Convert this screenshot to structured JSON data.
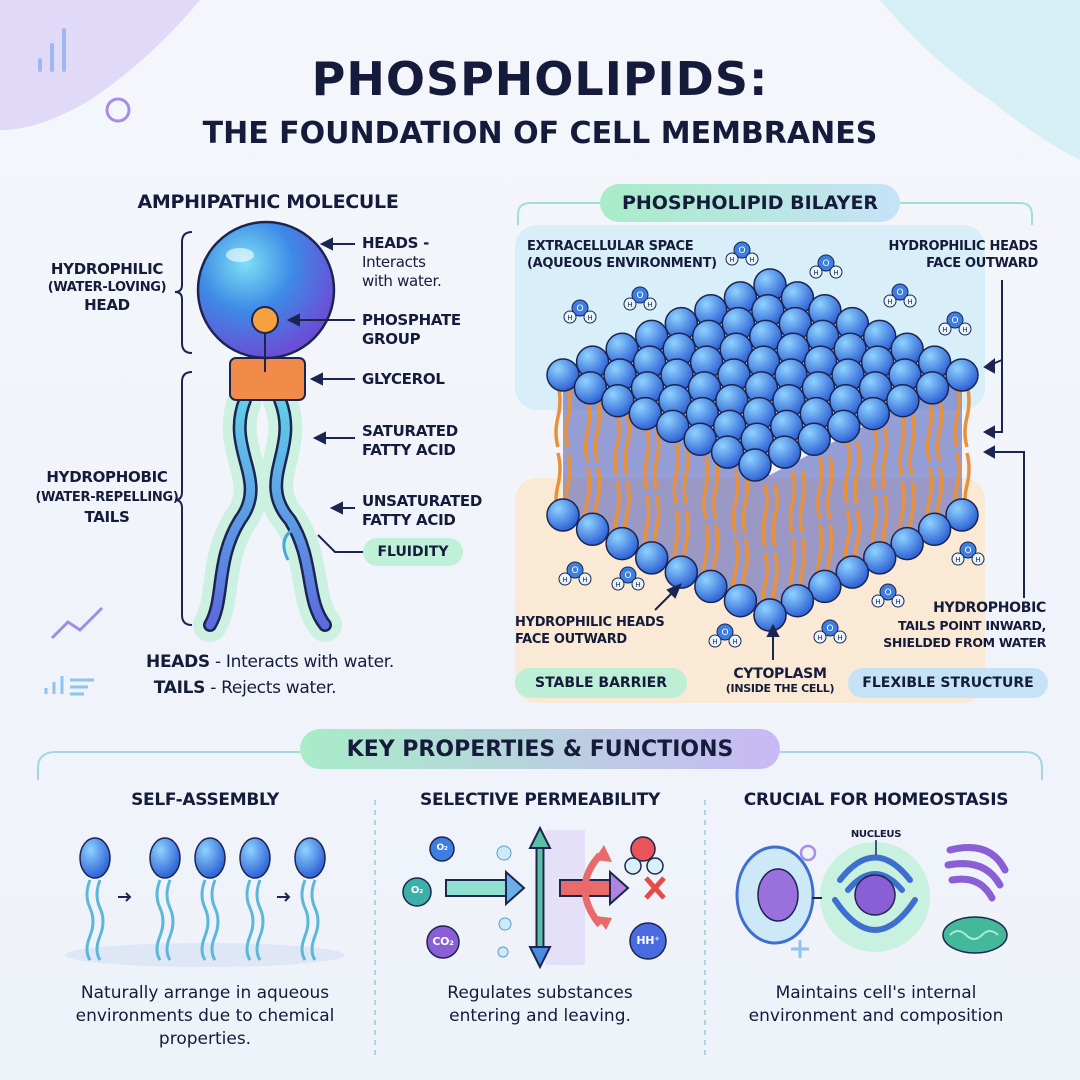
{
  "title": "PHOSPHOLIPIDS:",
  "subtitle": "THE FOUNDATION OF CELL MEMBRANES",
  "molecule": {
    "heading": "AMPHIPATHIC MOLECULE",
    "head_label": [
      "HYDROPHILIC",
      "(WATER-LOVING)",
      "HEAD"
    ],
    "tail_label": [
      "HYDROPHOBIC",
      "(WATER-REPELLING)",
      "TAILS"
    ],
    "heads_callout": [
      "HEADS -",
      "Interacts",
      "with water."
    ],
    "phosphate": [
      "PHOSPHATE",
      "GROUP"
    ],
    "glycerol": "GLYCEROL",
    "saturated": [
      "SATURATED",
      "FATTY ACID"
    ],
    "unsaturated": [
      "UNSATURATED",
      "FATTY ACID"
    ],
    "fluidity": "FLUIDITY",
    "summary_heads_key": "HEADS",
    "summary_heads_text": " - Interacts with water.",
    "summary_tails_key": "TAILS",
    "summary_tails_text": " - Rejects water."
  },
  "bilayer": {
    "heading": "PHOSPHOLIPID BILAYER",
    "extracellular": [
      "EXTRACELLULAR SPACE",
      "(AQUEOUS ENVIRONMENT)"
    ],
    "heads_top": [
      "HYDROPHILIC HEADS",
      "FACE OUTWARD"
    ],
    "heads_bottom": [
      "HYDROPHILIC HEADS",
      "FACE OUTWARD"
    ],
    "cytoplasm": [
      "CYTOPLASM",
      "(INSIDE THE CELL)"
    ],
    "hydrophobic": [
      "HYDROPHOBIC",
      "TAILS POINT INWARD,",
      "SHIELDED FROM WATER"
    ],
    "stable": "STABLE BARRIER",
    "flexible": "FLEXIBLE STRUCTURE",
    "water_atoms": {
      "o": "O",
      "h": "H"
    }
  },
  "properties": {
    "heading": "KEY PROPERTIES & FUNCTIONS",
    "columns": [
      {
        "title": "SELF-ASSEMBLY",
        "desc": [
          "Naturally arrange in aqueous",
          "environments due to chemical",
          "properties."
        ]
      },
      {
        "title": "SELECTIVE PERMEABILITY",
        "desc": [
          "Regulates substances",
          "entering and leaving."
        ],
        "molecules": [
          "O₂",
          "O₂",
          "CO₂",
          "HH⁺"
        ]
      },
      {
        "title": "CRUCIAL FOR HOMEOSTASIS",
        "desc": [
          "Maintains cell's internal",
          "environment and composition"
        ],
        "nucleus": "NUCLEUS"
      }
    ]
  },
  "colors": {
    "head": "#3d7fe0",
    "tail": "#e8913a",
    "text": "#151b3a",
    "accent_green": "#a8ecc8",
    "accent_purple": "#c9b8f5"
  }
}
